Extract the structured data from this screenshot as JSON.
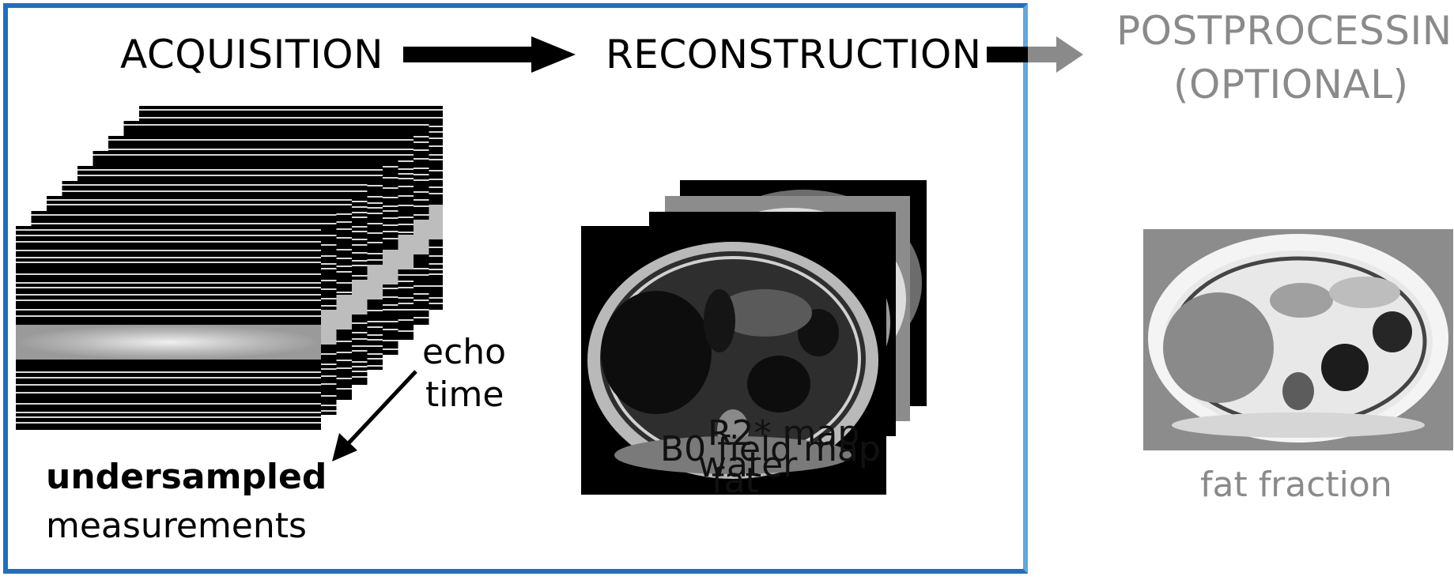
{
  "stages": {
    "acquisition": "ACQUISITION",
    "reconstruction": "RECONSTRUCTION",
    "postprocessing_line1": "POSTPROCESSING",
    "postprocessing_line2": "(OPTIONAL)"
  },
  "acquisition": {
    "axis_label_line1": "echo",
    "axis_label_line2": "time",
    "caption_bold": "undersampled",
    "caption_rest": "measurements"
  },
  "reconstruction": {
    "map_labels": [
      "R2* map",
      "B0 field map",
      "water",
      "fat"
    ]
  },
  "postprocessing": {
    "caption": "fat fraction"
  },
  "colors": {
    "frame": "#1f6fbf",
    "postprocessing_text": "#8a8a8a",
    "arrow_dark": "#000000",
    "arrow_light": "#8a8a8a"
  }
}
